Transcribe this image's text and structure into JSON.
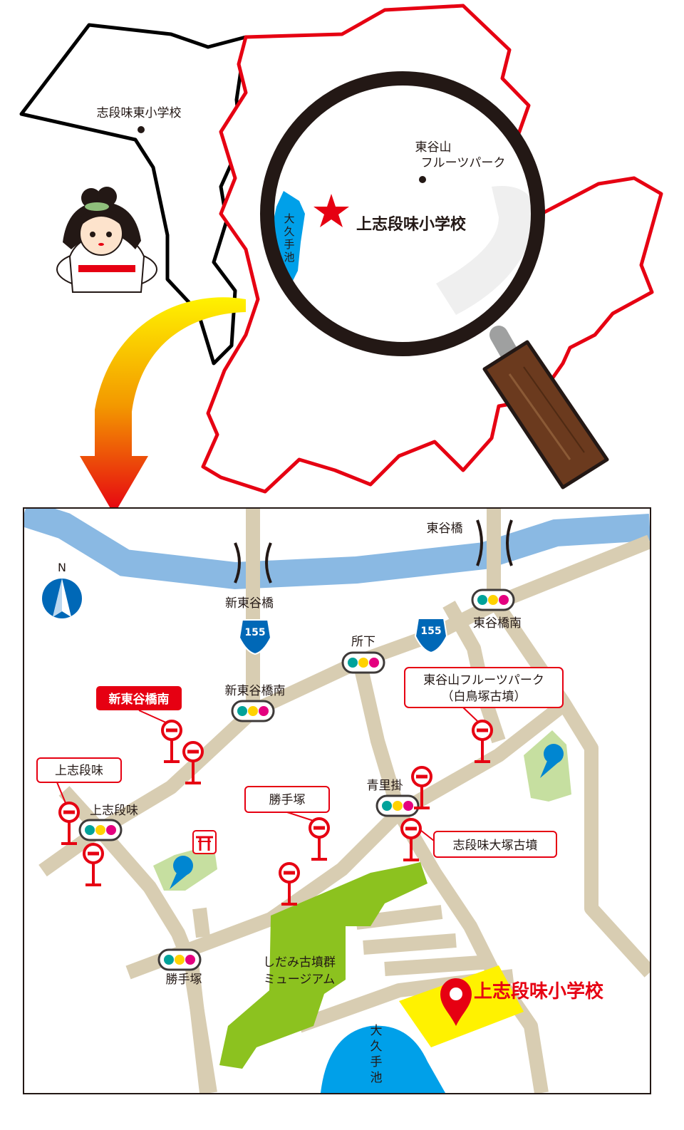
{
  "overview": {
    "neighbor_school": "志段味東小学校",
    "park_line1": "東谷山",
    "park_line2": "フルーツパーク",
    "school": "上志段味小学校",
    "pond": "大久手池"
  },
  "detail": {
    "north": "N",
    "route_number": "155",
    "bridges": [
      "東谷橋",
      "新東谷橋"
    ],
    "intersections": [
      "東谷橋南",
      "所下",
      "新東谷橋南",
      "青里掛",
      "上志段味",
      "勝手塚"
    ],
    "bus_stops": [
      "新東谷橋南",
      "上志段味",
      "勝手塚",
      "志段味大塚古墳"
    ],
    "park_callout_line1": "東谷山フルーツパーク",
    "park_callout_line2": "（白鳥塚古墳）",
    "museum_line1": "しだみ古墳群",
    "museum_line2": "ミュージアム",
    "school": "上志段味小学校",
    "pond": "大久手池"
  },
  "colors": {
    "district_border": "#e60012",
    "river": "#8ab9e3",
    "road": "#d8cdb2",
    "museum_park": "#8cc21f",
    "school_ground": "#fff200",
    "pond": "#00a0e9",
    "bus_stop": "#e60012"
  }
}
